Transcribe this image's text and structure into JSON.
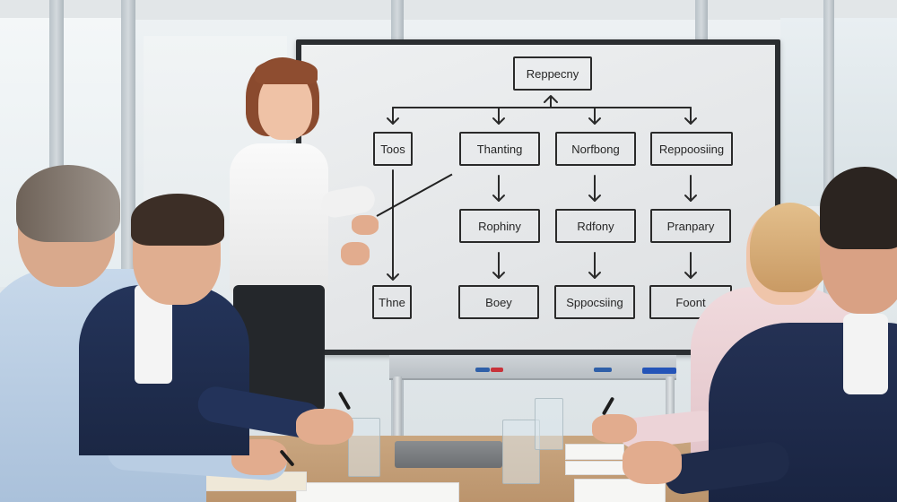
{
  "scene": {
    "description": "Business presentation: a woman in a white blouse points at a whiteboard flowchart while four colleagues sit at a conference table taking notes",
    "colors": {
      "board_frame": "#2b2e31",
      "board_surface": "#e8eaeb",
      "ink": "#2a2a2a",
      "table_wood": "#c19c74",
      "presenter_blouse": "#f3f3f3",
      "navy_suit": "#1f2d4d",
      "light_blue_shirt": "#b9cde3",
      "pink_blazer": "#ecd3d7"
    }
  },
  "whiteboard": {
    "root": {
      "label": "Reppecny"
    },
    "level1": [
      {
        "label": "Toos"
      },
      {
        "label": "Thanting"
      },
      {
        "label": "Norfbong"
      },
      {
        "label": "Reppoosiing"
      }
    ],
    "level2": [
      {
        "label": "Rophiny"
      },
      {
        "label": "Rdfony"
      },
      {
        "label": "Pranpary"
      }
    ],
    "level3": [
      {
        "label": "Thne"
      },
      {
        "label": "Boey"
      },
      {
        "label": "Sppocsiing"
      },
      {
        "label": "Foont"
      }
    ],
    "tray_markers": [
      "#2f5fa8",
      "#c8323a",
      "#2f5fa8",
      "#2454b8"
    ]
  },
  "people": [
    {
      "role": "presenter",
      "position": "standing-left-of-board"
    },
    {
      "role": "attendee",
      "position": "front-left",
      "attire": "light blue shirt"
    },
    {
      "role": "attendee",
      "position": "middle-left",
      "attire": "navy suit"
    },
    {
      "role": "attendee",
      "position": "middle-right",
      "attire": "pink blazer"
    },
    {
      "role": "attendee",
      "position": "front-right",
      "attire": "navy suit"
    }
  ]
}
